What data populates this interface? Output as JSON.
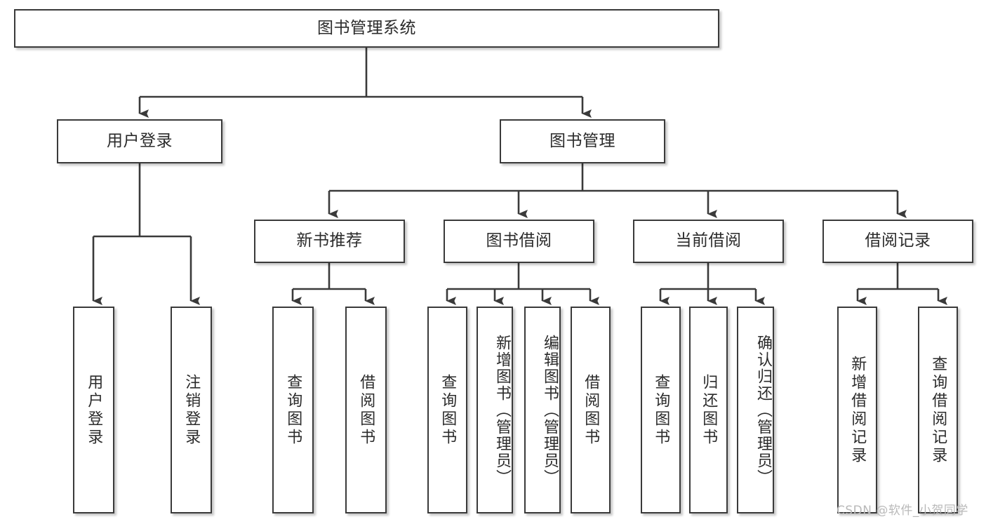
{
  "diagram": {
    "type": "tree-hierarchy-diagram",
    "title": "图书管理系统",
    "root": {
      "id": "root",
      "label": "图书管理系统"
    },
    "level2": [
      {
        "id": "user-login",
        "label": "用户登录"
      },
      {
        "id": "book-management",
        "label": "图书管理"
      }
    ],
    "level3": [
      {
        "id": "new-book-recommend",
        "label": "新书推荐",
        "parent": "book-management"
      },
      {
        "id": "book-borrow",
        "label": "图书借阅",
        "parent": "book-management"
      },
      {
        "id": "current-borrow",
        "label": "当前借阅",
        "parent": "book-management"
      },
      {
        "id": "borrow-record",
        "label": "借阅记录",
        "parent": "book-management"
      }
    ],
    "leaves": [
      {
        "id": "leaf-user-login",
        "label": "用户登录",
        "parent": "user-login"
      },
      {
        "id": "leaf-logout-login",
        "label": "注销登录",
        "parent": "user-login"
      },
      {
        "id": "leaf-query-book-1",
        "label": "查询图书",
        "parent": "new-book-recommend"
      },
      {
        "id": "leaf-borrow-book-1",
        "label": "借阅图书",
        "parent": "new-book-recommend"
      },
      {
        "id": "leaf-query-book-2",
        "label": "查询图书",
        "parent": "book-borrow"
      },
      {
        "id": "leaf-add-book",
        "label": "新增图书（管理员）",
        "parent": "book-borrow"
      },
      {
        "id": "leaf-edit-book",
        "label": "编辑图书（管理员）",
        "parent": "book-borrow"
      },
      {
        "id": "leaf-borrow-book-2",
        "label": "借阅图书",
        "parent": "book-borrow"
      },
      {
        "id": "leaf-query-book-3",
        "label": "查询图书",
        "parent": "current-borrow"
      },
      {
        "id": "leaf-return-book",
        "label": "归还图书",
        "parent": "current-borrow"
      },
      {
        "id": "leaf-confirm-return",
        "label": "确认归还（管理员）",
        "parent": "current-borrow"
      },
      {
        "id": "leaf-add-record",
        "label": "新增借阅记录",
        "parent": "borrow-record"
      },
      {
        "id": "leaf-query-record",
        "label": "查询借阅记录",
        "parent": "borrow-record"
      }
    ]
  },
  "watermark": {
    "text": "CSDN @软件_小贺同学"
  },
  "colors": {
    "border": "#3a3a3a",
    "background": "#ffffff",
    "text": "#2b2b2b",
    "watermark": "#b9b9b9"
  }
}
